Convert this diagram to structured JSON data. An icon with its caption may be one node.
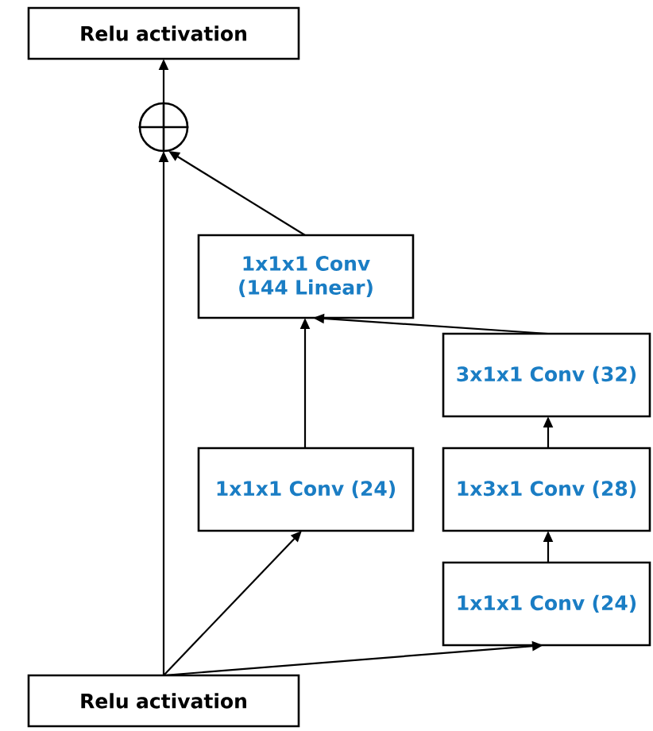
{
  "diagram": {
    "nodes": [
      {
        "text": [
          "Relu activation"
        ]
      },
      {
        "text": [],
        "shape": "circle"
      },
      {
        "text": [
          "1x1x1 Conv (144 Linear)"
        ]
      },
      {
        "text": [
          "3x1x1 Conv (32)"
        ]
      },
      {
        "text": [
          "1x1x1 Conv (24)"
        ]
      },
      {
        "text": [
          "1x3x1 Conv (28)"
        ]
      },
      {
        "text": [
          "1x1x1 Conv (24)"
        ]
      },
      {
        "text": [
          "Relu activation"
        ]
      }
    ],
    "edges": [
      {
        "from": 1,
        "to": 0,
        "arrow": "to"
      },
      {
        "from": 2,
        "to": 1,
        "arrow": "to"
      },
      {
        "from": 3,
        "to": 2,
        "arrow": "to"
      },
      {
        "from": 4,
        "to": 2,
        "arrow": "to"
      },
      {
        "from": 5,
        "to": 3,
        "arrow": "to"
      },
      {
        "from": 6,
        "to": 5,
        "arrow": "to"
      },
      {
        "from": 7,
        "to": 1,
        "arrow": "to"
      },
      {
        "from": 7,
        "to": 4,
        "arrow": "to"
      },
      {
        "from": 7,
        "to": 6,
        "arrow": "to"
      }
    ]
  }
}
